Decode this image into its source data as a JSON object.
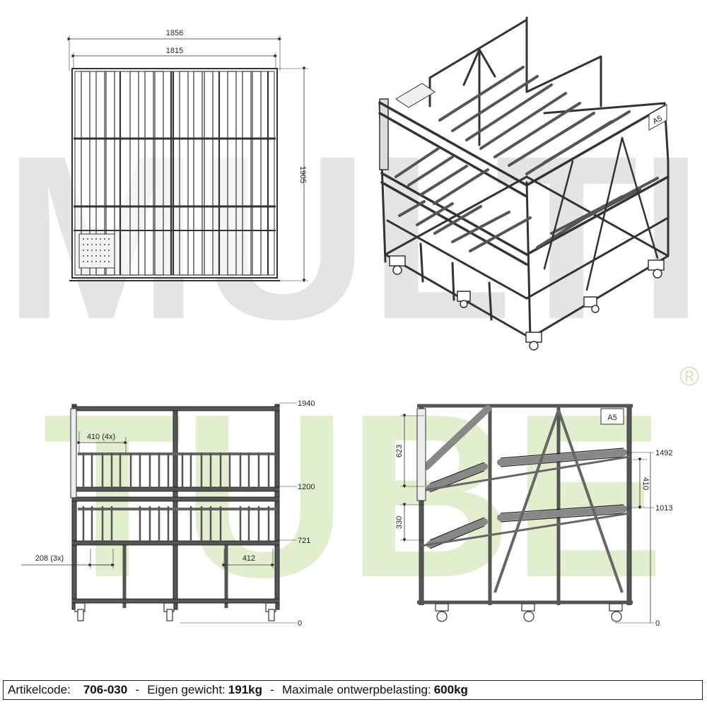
{
  "watermark": {
    "word1": "MULTI",
    "word2": "TUBE",
    "registered": "®",
    "color1": "#e4e4e4",
    "color2": "#e2efcf"
  },
  "top_view": {
    "dim_overall_width": "1856",
    "dim_inner_width": "1815",
    "dim_depth": "1905"
  },
  "front_view": {
    "dim_height_top": "1940",
    "dim_height_upper": "1200",
    "dim_height_lower": "721",
    "dim_height_base": "0",
    "dim_lane_pitch": "410 (4x)",
    "dim_small_pitch": "208 (3x)",
    "dim_bottom_bay": "412"
  },
  "side_view": {
    "label_a5": "A5",
    "dim_upper_return": "623",
    "dim_lower_return": "330",
    "dim_height_1492": "1492",
    "dim_height_1013": "1013",
    "dim_height_0": "0",
    "dim_level_gap": "410"
  },
  "iso_view": {
    "label_a5": "A5"
  },
  "footer": {
    "code_label": "Artikelcode:",
    "code_value": "706-030",
    "weight_label": "Eigen gewicht:",
    "weight_value": "191kg",
    "load_label": "Maximale ontwerpbelasting:",
    "load_value": "600kg",
    "separator": "-"
  }
}
